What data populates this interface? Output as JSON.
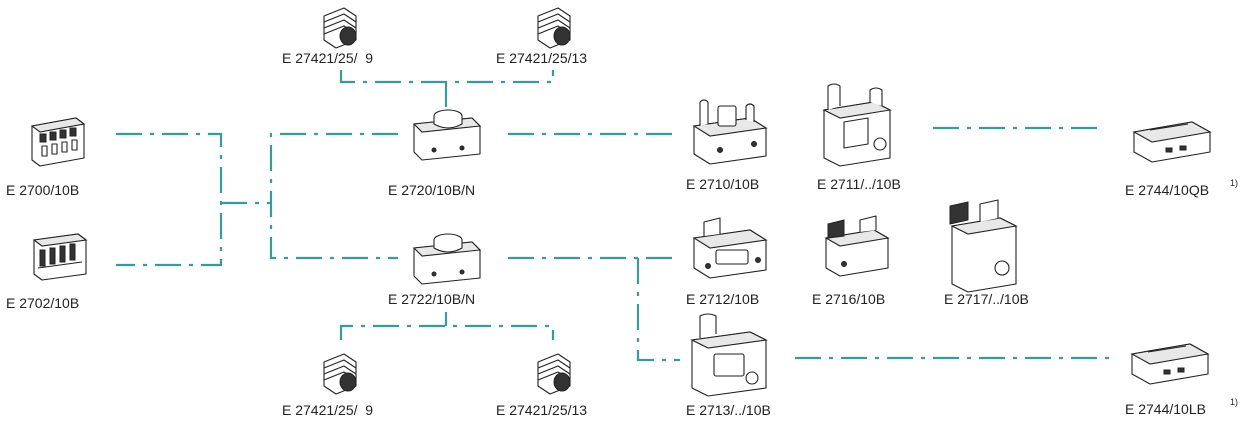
{
  "labels": {
    "insert_2700": "E 2700/10B",
    "insert_2702": "E 2702/10B",
    "hood_2720": "E 2720/10B/N",
    "hood_2722": "E 2722/10B/N",
    "gland_top_left": "E 27421/25/  9",
    "gland_top_right": "E 27421/25/13",
    "gland_bottom_left": "E 27421/25/  9",
    "gland_bottom_right": "E 27421/25/13",
    "housing_2710": "E 2710/10B",
    "housing_2711": "E 2711/../10B",
    "housing_2712": "E 2712/10B",
    "housing_2716": "E 2716/10B",
    "housing_2717": "E 2717/../10B",
    "housing_2713": "E 2713/../10B",
    "cover_2744_qb": "E 2744/10QB",
    "cover_2744_lb": "E 2744/10LB",
    "footnote_mark": "1)"
  },
  "colors": {
    "connector_line": "#3a9a9a",
    "ink": "#222222"
  },
  "icons": {
    "insert": "connector-insert-icon",
    "hood": "hood-icon",
    "gland": "cable-gland-icon",
    "housing": "bulkhead-housing-icon",
    "cover": "protective-cover-icon"
  }
}
